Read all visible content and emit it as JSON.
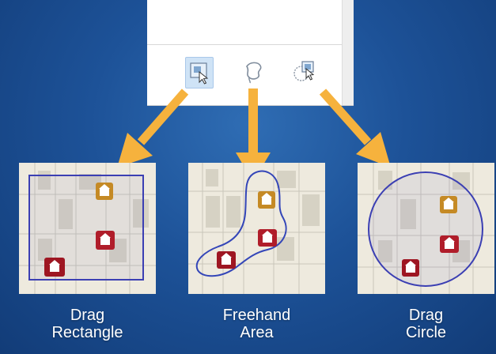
{
  "toolbar": {
    "tools": [
      {
        "icon": "rectangle-select-icon",
        "selected": true
      },
      {
        "icon": "freehand-select-icon",
        "selected": false
      },
      {
        "icon": "circle-select-icon",
        "selected": false
      }
    ]
  },
  "colors": {
    "background": "#1d5298",
    "arrow": "#f6b23d",
    "selection_outline": "#3b3fb3",
    "marker_orange": "#c58a25",
    "marker_red": "#b01d2a"
  },
  "panels": [
    {
      "tool": "Rectangle",
      "caption_line1": "Drag",
      "caption_line2": "Rectangle"
    },
    {
      "tool": "Freehand",
      "caption_line1": "Freehand",
      "caption_line2": "Area"
    },
    {
      "tool": "Circle",
      "caption_line1": "Drag",
      "caption_line2": "Circle"
    }
  ]
}
